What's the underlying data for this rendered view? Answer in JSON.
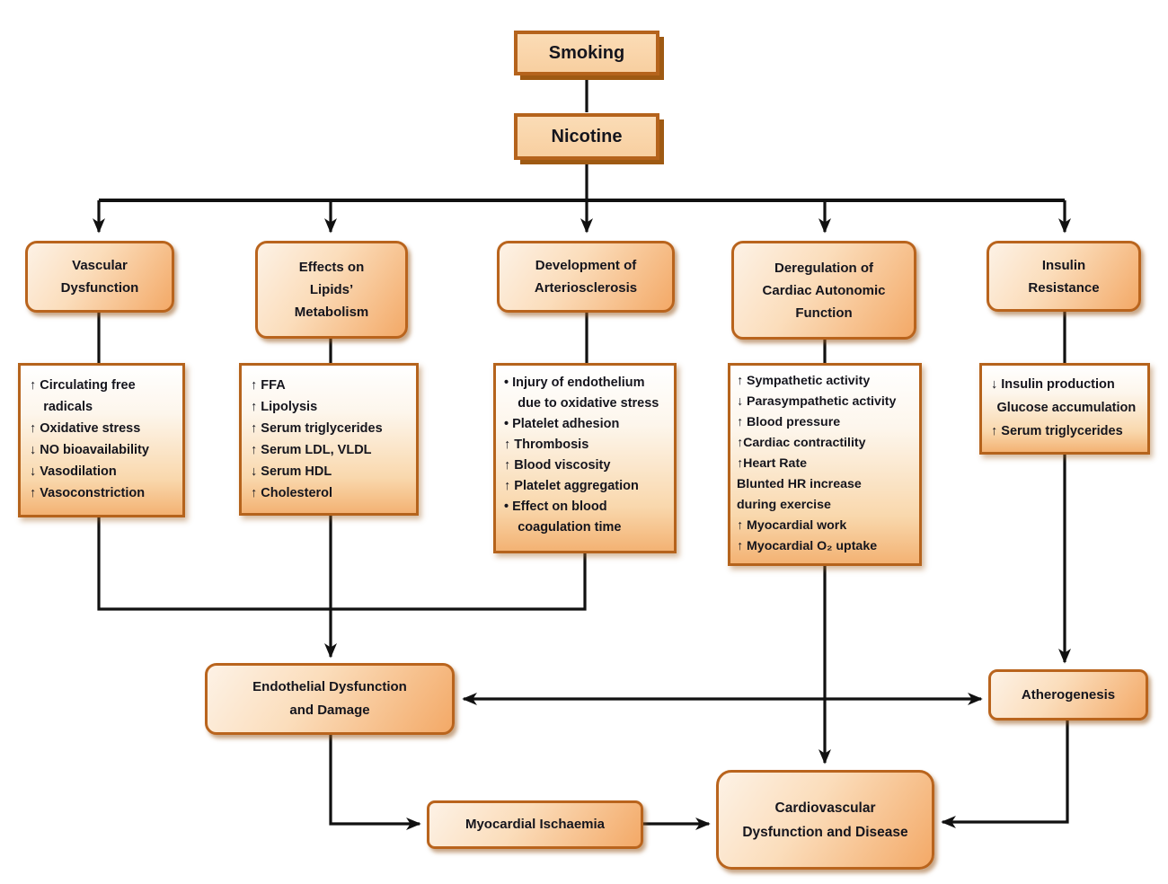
{
  "top": {
    "smoking": "Smoking",
    "nicotine": "Nicotine"
  },
  "columns": [
    {
      "header": "Vascular Dysfunction",
      "items": [
        "↑ Circulating free radicals",
        "↑ Oxidative stress",
        "↓ NO bioavailability",
        "↓ Vasodilation",
        "↑ Vasoconstriction"
      ]
    },
    {
      "header": "Effects on Lipids’ Metabolism",
      "items": [
        "↑ FFA",
        "↑ Lipolysis",
        "↑ Serum triglycerides",
        "↑ Serum LDL, VLDL",
        "↓ Serum HDL",
        "↑ Cholesterol"
      ]
    },
    {
      "header": "Development of Arteriosclerosis",
      "items": [
        "• Injury of endothelium due to oxidative stress",
        "• Platelet adhesion",
        "↑ Thrombosis",
        "↑ Blood viscosity",
        "↑ Platelet aggregation",
        "• Effect on blood coagulation time"
      ]
    },
    {
      "header": "Deregulation of Cardiac Autonomic Function",
      "items": [
        "↑ Sympathetic activity",
        "↓ Parasympathetic activity",
        "↑ Blood pressure",
        "↑Cardiac contractility",
        "↑Heart Rate",
        "Blunted HR increase during exercise",
        "↑ Myocardial work",
        "↑ Myocardial O₂ uptake"
      ]
    },
    {
      "header": "Insulin Resistance",
      "items": [
        "↓ Insulin production",
        "Glucose accumulation",
        "↑ Serum triglycerides"
      ]
    }
  ],
  "outcomes": {
    "endothelial": "Endothelial Dysfunction and Damage",
    "atherogenesis": "Atherogenesis",
    "myocardial": "Myocardial Ischaemia",
    "cardiovascular": "Cardiovascular Dysfunction and Disease"
  },
  "colors": {
    "box_border": "#b5631c",
    "box_fill_light": "#fdf2e6",
    "box_fill_dark": "#f3a967",
    "text": "#15151d",
    "line": "#111111"
  }
}
